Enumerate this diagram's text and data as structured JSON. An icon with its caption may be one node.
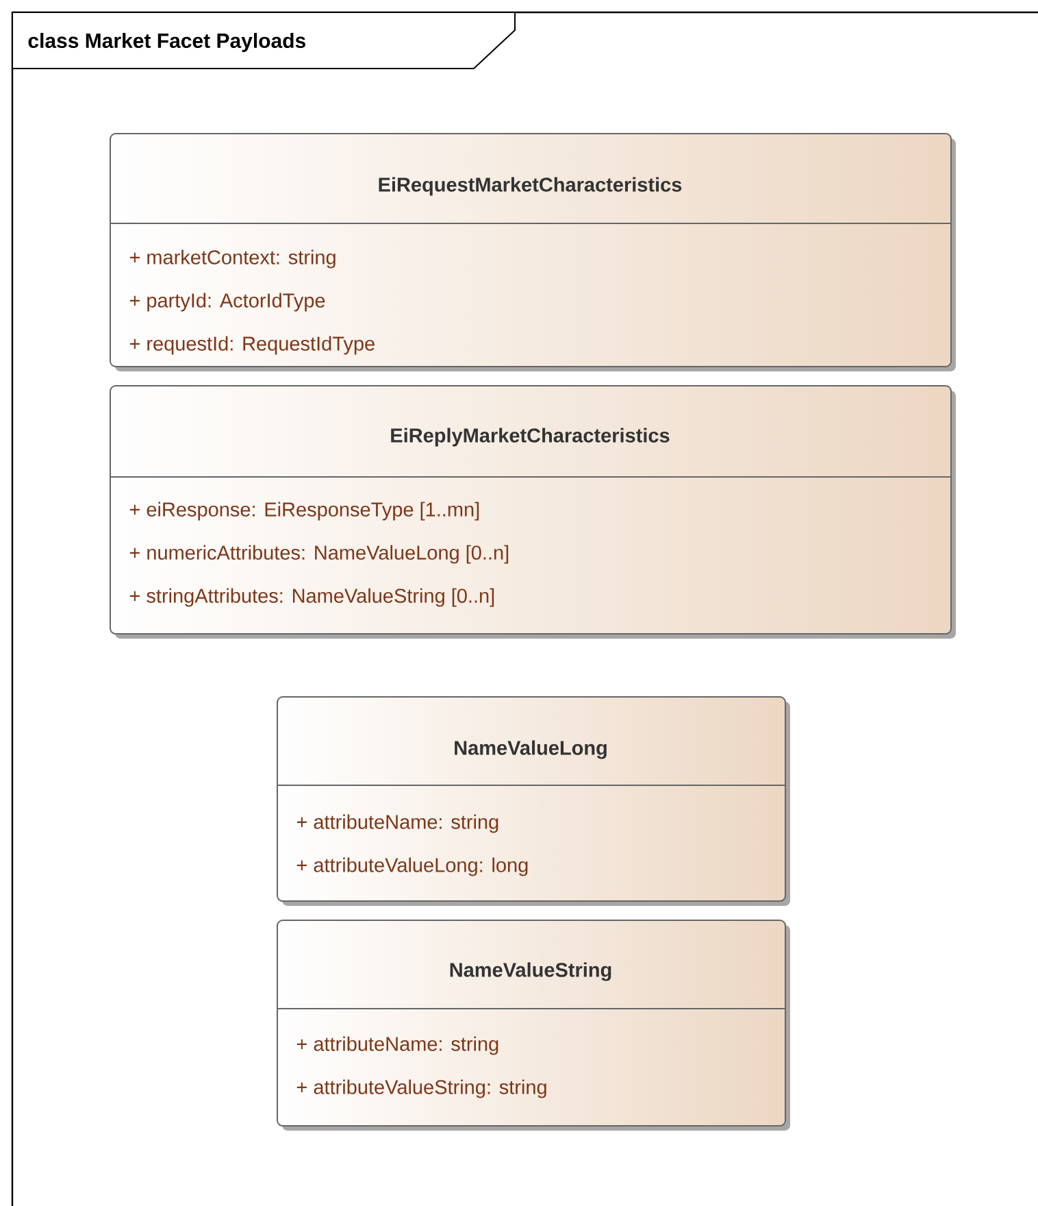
{
  "diagram": {
    "title": "class Market Facet Payloads",
    "nodes": [
      {
        "text": [
          "EiRequestMarketCharacteristics",
          "+ marketContext: string",
          "+ partyId: ActorIdType",
          "+ requestId: RequestIdType"
        ]
      },
      {
        "text": [
          "EiReplyMarketCharacteristics",
          "+ eiResponse: EiResponseType [1..mn]",
          "+ numericAttributes: NameValueLong [0..n]",
          "+ stringAttributes: NameValueString [0..n]"
        ]
      },
      {
        "text": [
          "NameValueLong",
          "+ attributeName: string",
          "+ attributeValueLong: long"
        ]
      },
      {
        "text": [
          "NameValueString",
          "+ attributeName: string",
          "+ attributeValueString: string"
        ]
      }
    ],
    "edges": []
  }
}
